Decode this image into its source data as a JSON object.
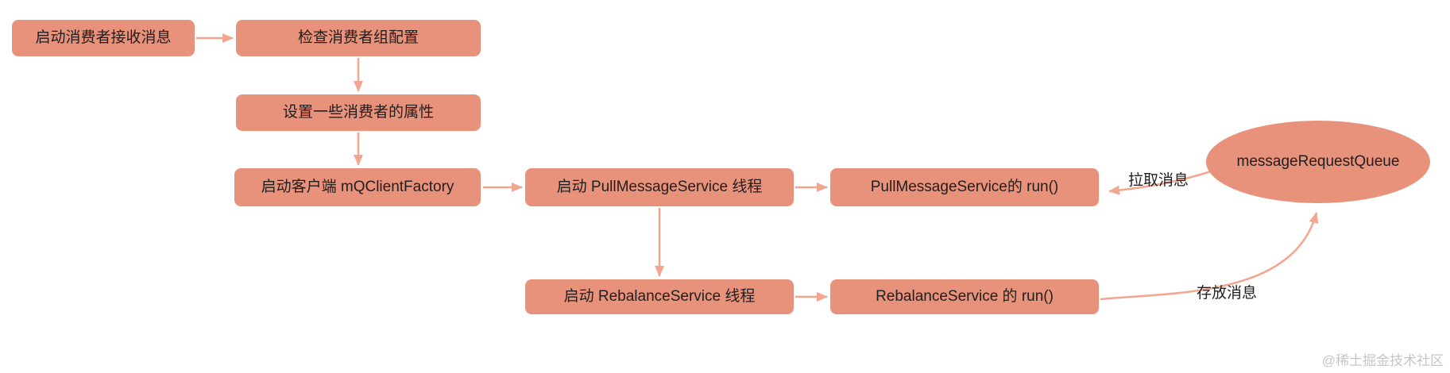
{
  "diagram": {
    "colors": {
      "node_fill": "#e8917b",
      "arrow": "#f2a690",
      "text": "#1f1f1f",
      "watermark": "#c6c6c6",
      "background": "#ffffff"
    },
    "nodes": [
      {
        "id": "start-consumer",
        "shape": "rect",
        "label": "启动消费者接收消息"
      },
      {
        "id": "check-config",
        "shape": "rect",
        "label": "检查消费者组配置"
      },
      {
        "id": "set-properties",
        "shape": "rect",
        "label": "设置一些消费者的属性"
      },
      {
        "id": "start-mqclientfactory",
        "shape": "rect",
        "label": "启动客户端 mQClientFactory"
      },
      {
        "id": "start-pullmessageservice-thread",
        "shape": "rect",
        "label": "启动 PullMessageService 线程"
      },
      {
        "id": "pullmessageservice-run",
        "shape": "rect",
        "label": "PullMessageService的 run()"
      },
      {
        "id": "start-rebalanceservice-thread",
        "shape": "rect",
        "label": "启动 RebalanceService 线程"
      },
      {
        "id": "rebalanceservice-run",
        "shape": "rect",
        "label": "RebalanceService 的 run()"
      },
      {
        "id": "message-request-queue",
        "shape": "ellipse",
        "label": "messageRequestQueue"
      }
    ],
    "edge_labels": {
      "pull": "拉取消息",
      "store": "存放消息"
    },
    "watermark": "@稀土掘金技术社区"
  }
}
